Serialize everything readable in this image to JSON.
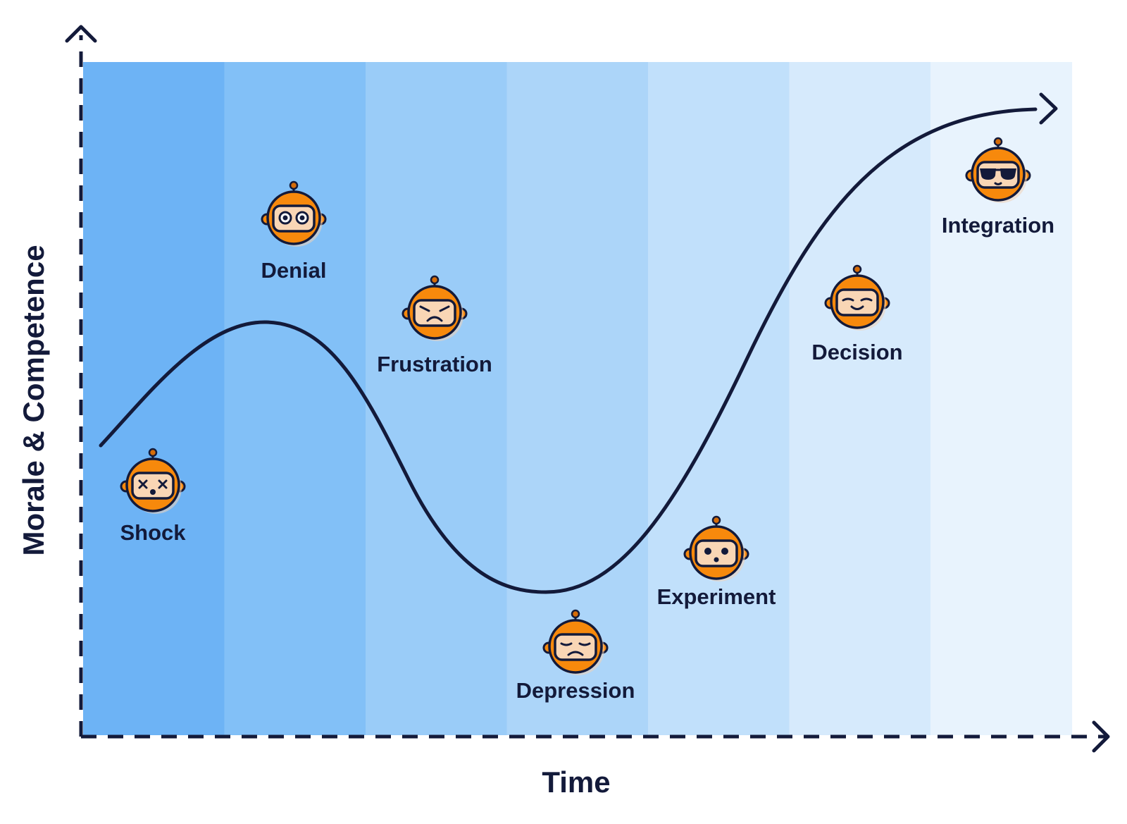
{
  "axes": {
    "y_title": "Morale & Competence",
    "x_title": "Time"
  },
  "stages": [
    {
      "label": "Shock",
      "face": "dizzy-face-icon",
      "band_color": "#6db3f5"
    },
    {
      "label": "Denial",
      "face": "wide-eyed-face-icon",
      "band_color": "#82c0f7"
    },
    {
      "label": "Frustration",
      "face": "angry-face-icon",
      "band_color": "#9accf8"
    },
    {
      "label": "Depression",
      "face": "sad-face-icon",
      "band_color": "#acd5f9"
    },
    {
      "label": "Experiment",
      "face": "curious-face-icon",
      "band_color": "#c1e0fb"
    },
    {
      "label": "Decision",
      "face": "content-face-icon",
      "band_color": "#d6eafc"
    },
    {
      "label": "Integration",
      "face": "sunglasses-face-icon",
      "band_color": "#e8f3fd"
    }
  ],
  "colors": {
    "ink": "#131a3a",
    "robot_orange": "#f7890c",
    "robot_visor": "#f9d6b5"
  }
}
